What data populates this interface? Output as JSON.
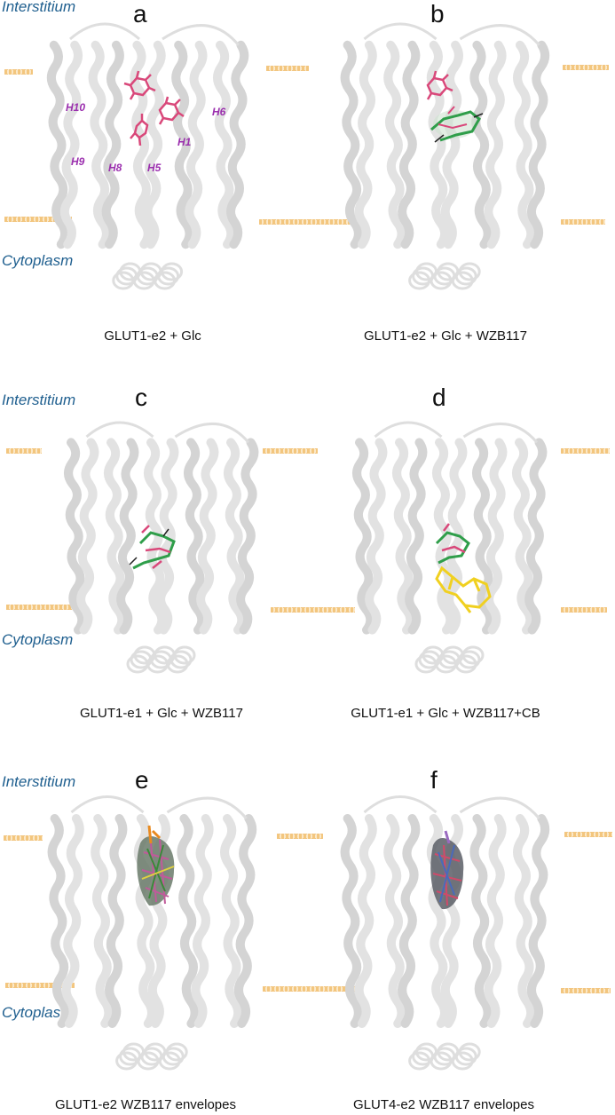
{
  "region_labels": {
    "interstitium": "Interstitium",
    "cytoplasm": "Cytoplasm"
  },
  "panels": [
    {
      "letter": "a",
      "caption": "GLUT1-e2 + Glc"
    },
    {
      "letter": "b",
      "caption": "GLUT1-e2 + Glc + WZB117"
    },
    {
      "letter": "c",
      "caption": "GLUT1-e1 + Glc + WZB117"
    },
    {
      "letter": "d",
      "caption": "GLUT1-e1 + Glc + WZB117+CB"
    },
    {
      "letter": "e",
      "caption": "GLUT1-e2 WZB117 envelopes"
    },
    {
      "letter": "f",
      "caption": "GLUT4-e2 WZB117 envelopes"
    }
  ],
  "helix_labels": [
    "H10",
    "H6",
    "H1",
    "H9",
    "H8",
    "H5"
  ],
  "colors": {
    "protein": "#e0e0e0",
    "membrane": "#f2c071",
    "glucose": "#d9487a",
    "wzb117": "#2f9e4a",
    "cytochalasin_b": "#f0d020",
    "region_text": "#1f5f8f",
    "helix_text": "#9b2fae"
  }
}
